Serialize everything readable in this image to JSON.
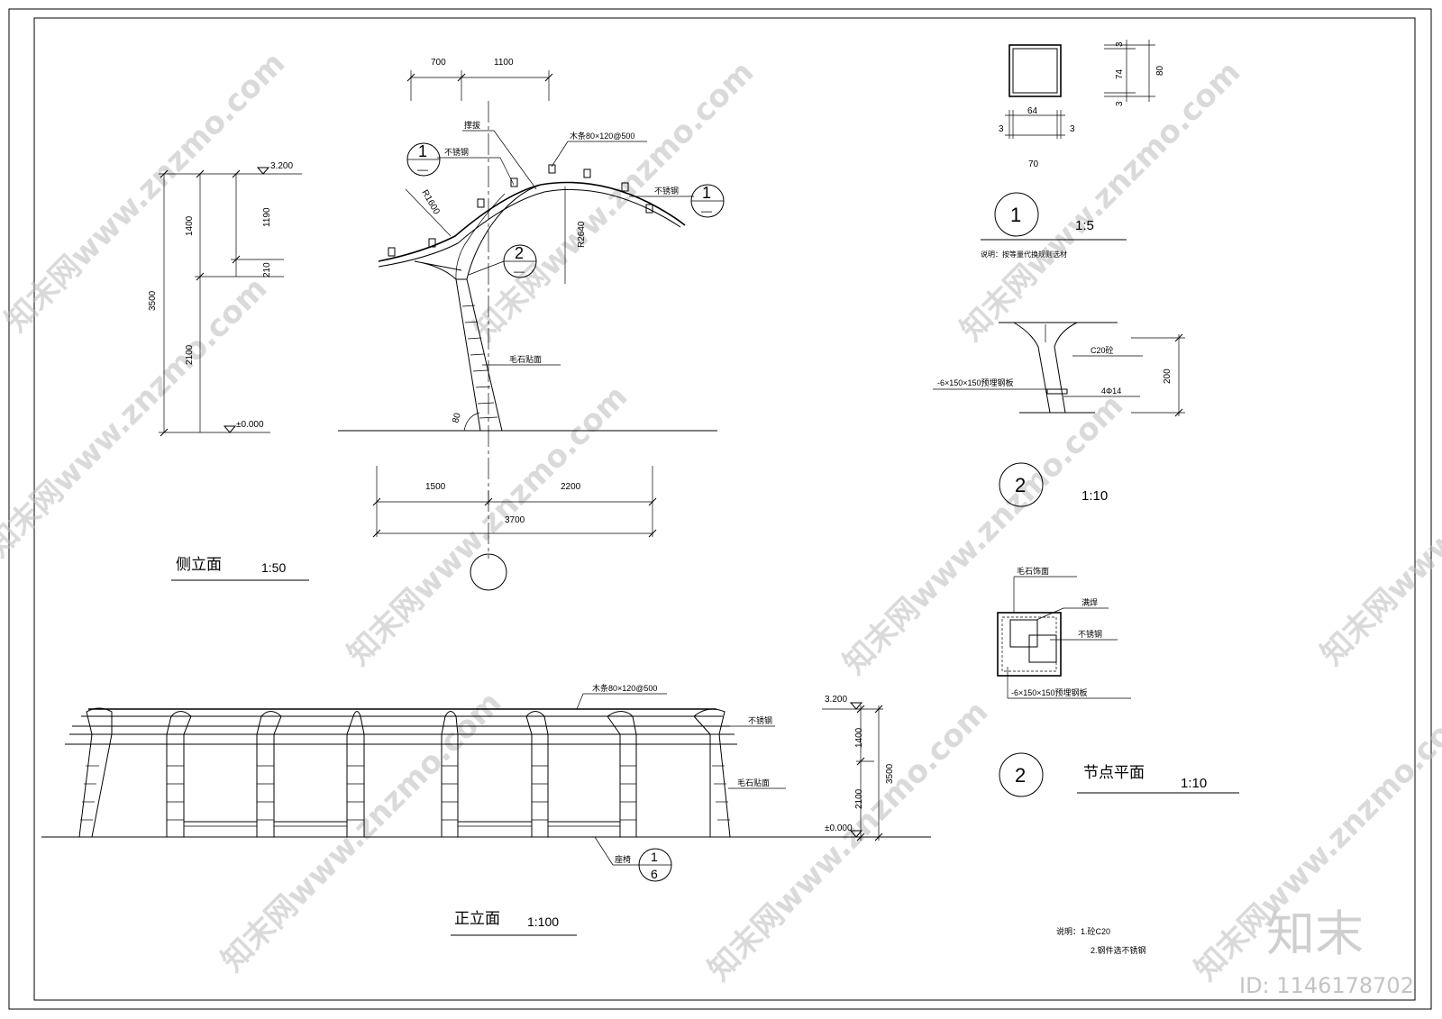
{
  "side_elevation": {
    "title": "侧立面",
    "scale": "1:50",
    "dims_top": [
      "700",
      "1100"
    ],
    "dims_bottom": [
      "1500",
      "2200",
      "3700"
    ],
    "dims_left": [
      "3500",
      "1400",
      "2100",
      "1190",
      "210"
    ],
    "levels": [
      "3.200",
      "±0.000"
    ],
    "radii": [
      "R1600",
      "R2640"
    ],
    "angle": "80",
    "labels": [
      "撑拔",
      "木条80×120@500",
      "不锈钢",
      "不锈钢",
      "毛石贴面"
    ],
    "callouts": [
      {
        "top": "1",
        "bottom": "—"
      },
      {
        "top": "1",
        "bottom": "—"
      },
      {
        "top": "2",
        "bottom": "—"
      }
    ]
  },
  "front_elevation": {
    "title": "正立面",
    "scale": "1:100",
    "labels": [
      "木条80×120@500",
      "不锈钢",
      "毛石贴面",
      "座椅"
    ],
    "levels": [
      "3.200",
      "±0.000"
    ],
    "dims": [
      "1400",
      "2100",
      "3500"
    ],
    "callout": {
      "top": "1",
      "bottom": "6"
    }
  },
  "detail_1": {
    "num": "1",
    "scale": "1:5",
    "dims": [
      "64",
      "3",
      "3",
      "70",
      "3",
      "74",
      "3",
      "80"
    ],
    "note": "说明：按等量代换规则选材"
  },
  "detail_2": {
    "num": "2",
    "scale": "1:10",
    "labels": [
      "C20砼",
      "-6×150×150预埋钢板",
      "4Φ14"
    ],
    "dim": "200"
  },
  "node_plan": {
    "num": "2",
    "title": "节点平面",
    "scale": "1:10",
    "labels": [
      "毛石饰面",
      "满焊",
      "不锈钢",
      "-6×150×150预埋钢板"
    ]
  },
  "notes": [
    "说明：1.砼C20",
    "2.钢件选不锈钢"
  ],
  "brand": {
    "logo": "知末",
    "id": "ID: 1146178702"
  },
  "watermark": "知末网www.znzmo.com"
}
